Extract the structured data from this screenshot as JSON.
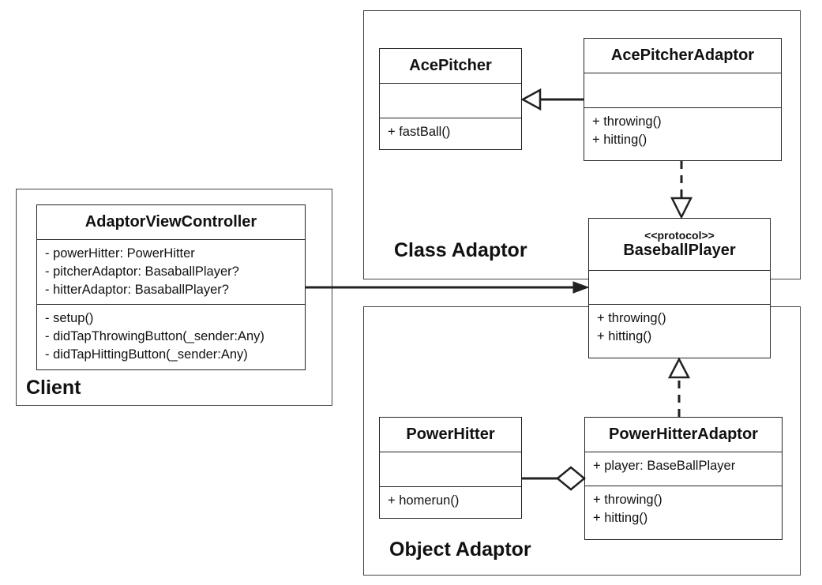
{
  "groups": {
    "client": "Client",
    "class_adaptor": "Class Adaptor",
    "object_adaptor": "Object Adaptor"
  },
  "classes": {
    "adaptor_view_controller": {
      "name": "AdaptorViewController",
      "attributes": [
        "- powerHitter: PowerHitter",
        "- pitcherAdaptor: BasaballPlayer?",
        "- hitterAdaptor: BasaballPlayer?"
      ],
      "methods": [
        "- setup()",
        "- didTapThrowingButton(_sender:Any)",
        "- didTapHittingButton(_sender:Any)"
      ]
    },
    "ace_pitcher": {
      "name": "AcePitcher",
      "attributes": [],
      "methods": [
        "+ fastBall()"
      ]
    },
    "ace_pitcher_adaptor": {
      "name": "AcePitcherAdaptor",
      "attributes": [],
      "methods": [
        "+ throwing()",
        "+ hitting()"
      ]
    },
    "baseball_player": {
      "stereotype": "<<protocol>>",
      "name": "BaseballPlayer",
      "attributes": [],
      "methods": [
        "+ throwing()",
        "+ hitting()"
      ]
    },
    "power_hitter": {
      "name": "PowerHitter",
      "attributes": [],
      "methods": [
        "+ homerun()"
      ]
    },
    "power_hitter_adaptor": {
      "name": "PowerHitterAdaptor",
      "attributes": [
        "+ player: BaseBallPlayer"
      ],
      "methods": [
        "+ throwing()",
        "+ hitting()"
      ]
    }
  },
  "colors": {
    "line": "#222222",
    "border": "#444444",
    "background": "#ffffff"
  }
}
